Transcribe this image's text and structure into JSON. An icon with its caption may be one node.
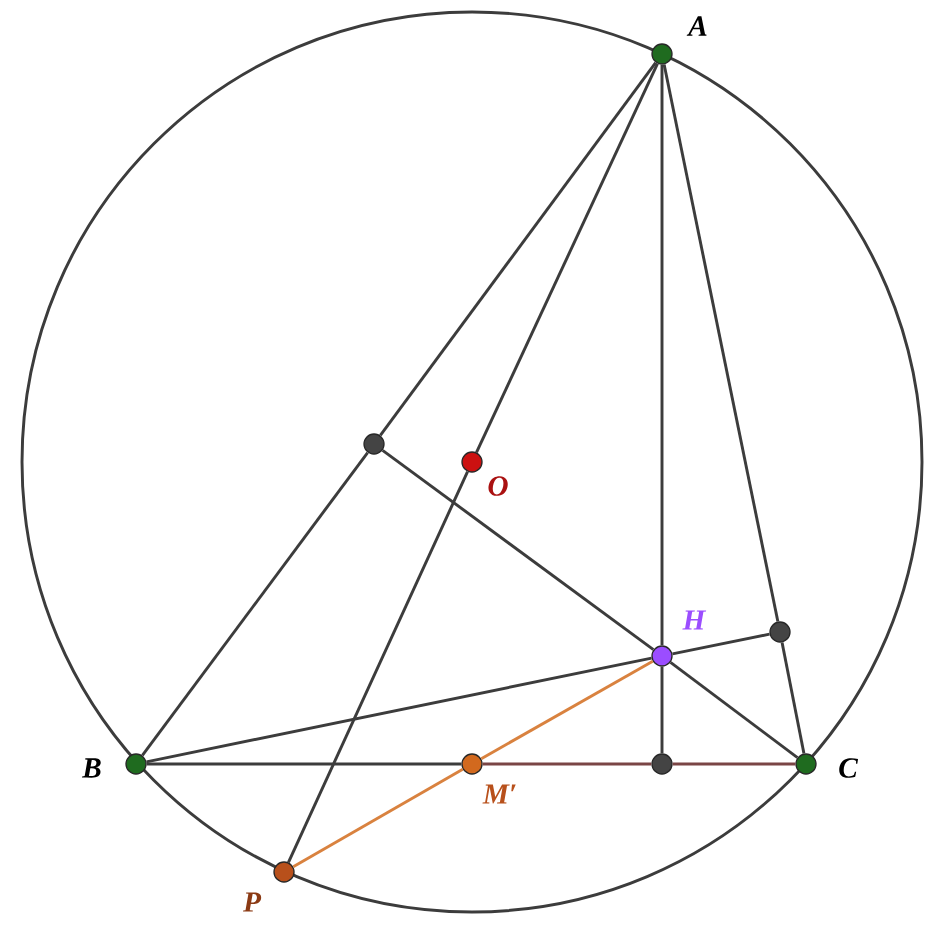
{
  "diagram": {
    "nodes": [
      {
        "text": [],
        "shape": "circle",
        "beside": [
          "A"
        ]
      },
      {
        "text": [],
        "shape": "circle"
      },
      {
        "text": [],
        "shape": "circle",
        "beside": [
          "O"
        ]
      },
      {
        "text": [],
        "shape": "circle"
      },
      {
        "text": [],
        "shape": "circle",
        "beside": [
          "H"
        ]
      },
      {
        "text": [],
        "shape": "circle",
        "beside": [
          "B"
        ]
      },
      {
        "text": [],
        "shape": "circle",
        "beside": [
          "M′"
        ]
      },
      {
        "text": [],
        "shape": "circle"
      },
      {
        "text": [],
        "shape": "circle",
        "beside": [
          "C"
        ]
      },
      {
        "text": [],
        "shape": "circle",
        "beside": [
          "P"
        ]
      }
    ],
    "edges": [
      {
        "from": 0,
        "to": 1,
        "arrow": "none"
      },
      {
        "from": 1,
        "to": 5,
        "arrow": "none"
      },
      {
        "from": 0,
        "to": 3,
        "arrow": "none"
      },
      {
        "from": 3,
        "to": 8,
        "arrow": "none"
      },
      {
        "from": 0,
        "to": 4,
        "arrow": "none"
      },
      {
        "from": 4,
        "to": 7,
        "arrow": "none"
      },
      {
        "from": 5,
        "to": 4,
        "arrow": "none"
      },
      {
        "from": 4,
        "to": 3,
        "arrow": "none"
      },
      {
        "from": 1,
        "to": 4,
        "arrow": "none"
      },
      {
        "from": 4,
        "to": 8,
        "arrow": "none"
      },
      {
        "from": 5,
        "to": 6,
        "arrow": "none"
      },
      {
        "from": 6,
        "to": 7,
        "arrow": "none",
        "color": "#7a4545"
      },
      {
        "from": 7,
        "to": 8,
        "arrow": "none",
        "color": "#7a4545"
      },
      {
        "from": 0,
        "to": 2,
        "arrow": "none"
      },
      {
        "from": 2,
        "to": 9,
        "arrow": "none"
      },
      {
        "from": 4,
        "to": 6,
        "arrow": "none",
        "color": "#d9823f"
      },
      {
        "from": 6,
        "to": 9,
        "arrow": "none",
        "color": "#d9823f"
      }
    ]
  }
}
